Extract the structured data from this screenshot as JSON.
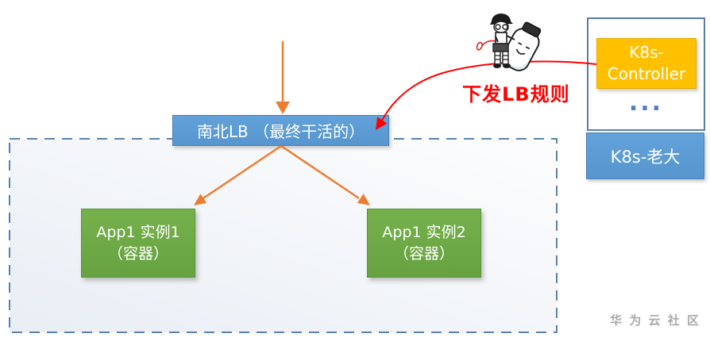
{
  "diagram": {
    "lb": {
      "label": "南北LB （最终干活的）"
    },
    "apps": [
      {
        "name": "App1 实例1",
        "sub": "（容器）"
      },
      {
        "name": "App1 实例2",
        "sub": "（容器）"
      }
    ],
    "k8s": {
      "controller": "K8s-Controller",
      "ellipsis": "...",
      "master": "K8s-老大"
    },
    "annotation": {
      "text": "下发LB规则"
    },
    "watermark": {
      "text": "华 为 云 社 区"
    },
    "colors": {
      "lb_blue": "#5B9BD5",
      "app_green": "#70AD47",
      "arrow_orange": "#ED7D31",
      "controller_gold": "#FFC000",
      "annotation_red": "#FF0000",
      "dashed_border_blue": "#5b82ab",
      "panel_border_blue": "#5a7da5",
      "watermark_gray": "#a8a8a8"
    }
  }
}
